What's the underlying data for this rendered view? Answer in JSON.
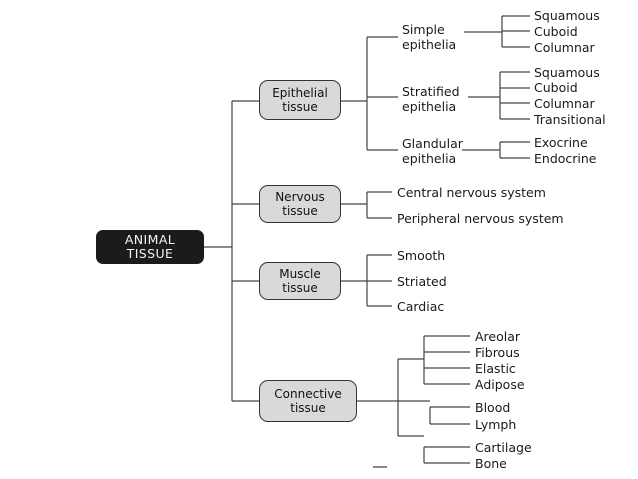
{
  "root": {
    "label": "ANIMAL\nTISSUE"
  },
  "categories": [
    {
      "label": "Epithelial\ntissue",
      "children": [
        {
          "label": "Simple\nepithelia",
          "types": [
            "Squamous",
            "Cuboid",
            "Columnar"
          ]
        },
        {
          "label": "Stratified\nepithelia",
          "types": [
            "Squamous",
            "Cuboid",
            "Columnar",
            "Transitional"
          ]
        },
        {
          "label": "Glandular\nepithelia",
          "types": [
            "Exocrine",
            "Endocrine"
          ]
        }
      ]
    },
    {
      "label": "Nervous\ntissue",
      "children": [
        "Central nervous system",
        "Peripheral nervous system"
      ]
    },
    {
      "label": "Muscle\ntissue",
      "children": [
        "Smooth",
        "Striated",
        "Cardiac"
      ]
    },
    {
      "label": "Connective\ntissue",
      "groups": [
        [
          "Areolar",
          "Fibrous",
          "Elastic",
          "Adipose"
        ],
        [
          "Blood",
          "Lymph"
        ],
        [
          "Cartilage",
          "Bone"
        ]
      ]
    }
  ]
}
